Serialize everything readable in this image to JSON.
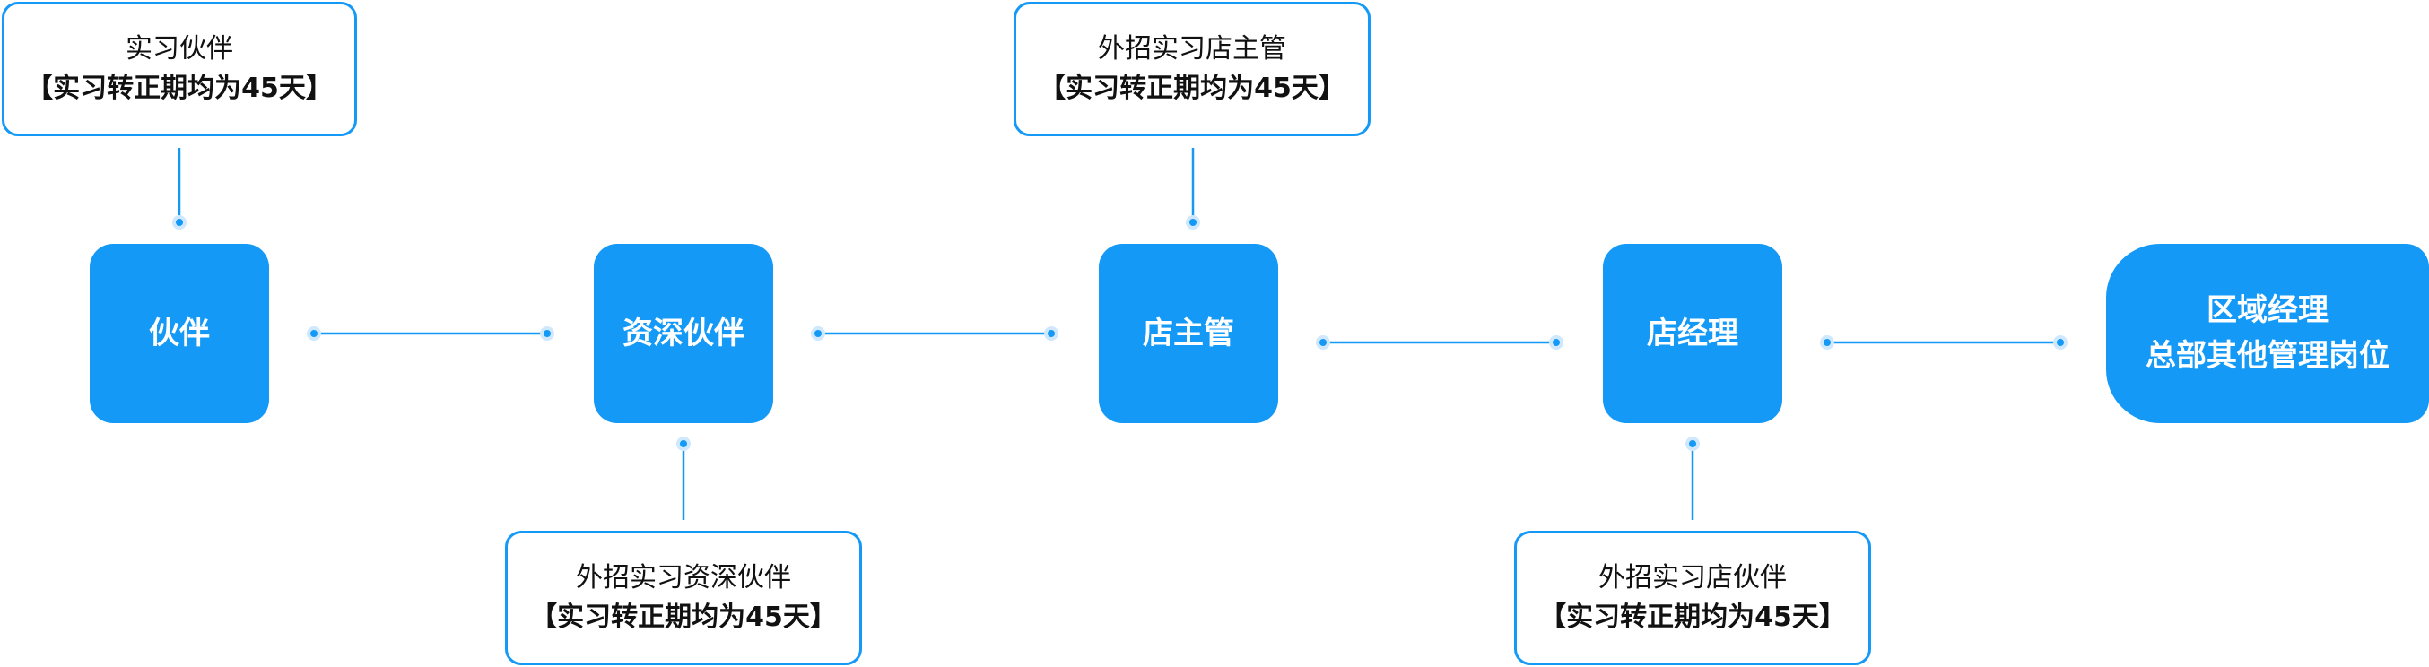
{
  "nodes": [
    {
      "id": "huoban",
      "lines": [
        "伙伴"
      ]
    },
    {
      "id": "zishen",
      "lines": [
        "资深伙伴"
      ]
    },
    {
      "id": "dianzhuguan",
      "lines": [
        "店主管"
      ]
    },
    {
      "id": "dianjingli",
      "lines": [
        "店经理"
      ]
    },
    {
      "id": "quyu",
      "lines": [
        "区域经理",
        "总部其他管理岗位"
      ]
    }
  ],
  "notes": [
    {
      "id": "note-huoban",
      "line1": "实习伙伴",
      "line2": "【实习转正期均为45天】"
    },
    {
      "id": "note-zishen",
      "line1": "外招实习资深伙伴",
      "line2": "【实习转正期均为45天】"
    },
    {
      "id": "note-dianzhuguan",
      "line1": "外招实习店主管",
      "line2": "【实习转正期均为45天】"
    },
    {
      "id": "note-dianjingli",
      "line1": "外招实习店伙伴",
      "line2": "【实习转正期均为45天】"
    }
  ],
  "colors": {
    "accent": "#1599f7",
    "text": "#111111",
    "background": "#ffffff"
  }
}
